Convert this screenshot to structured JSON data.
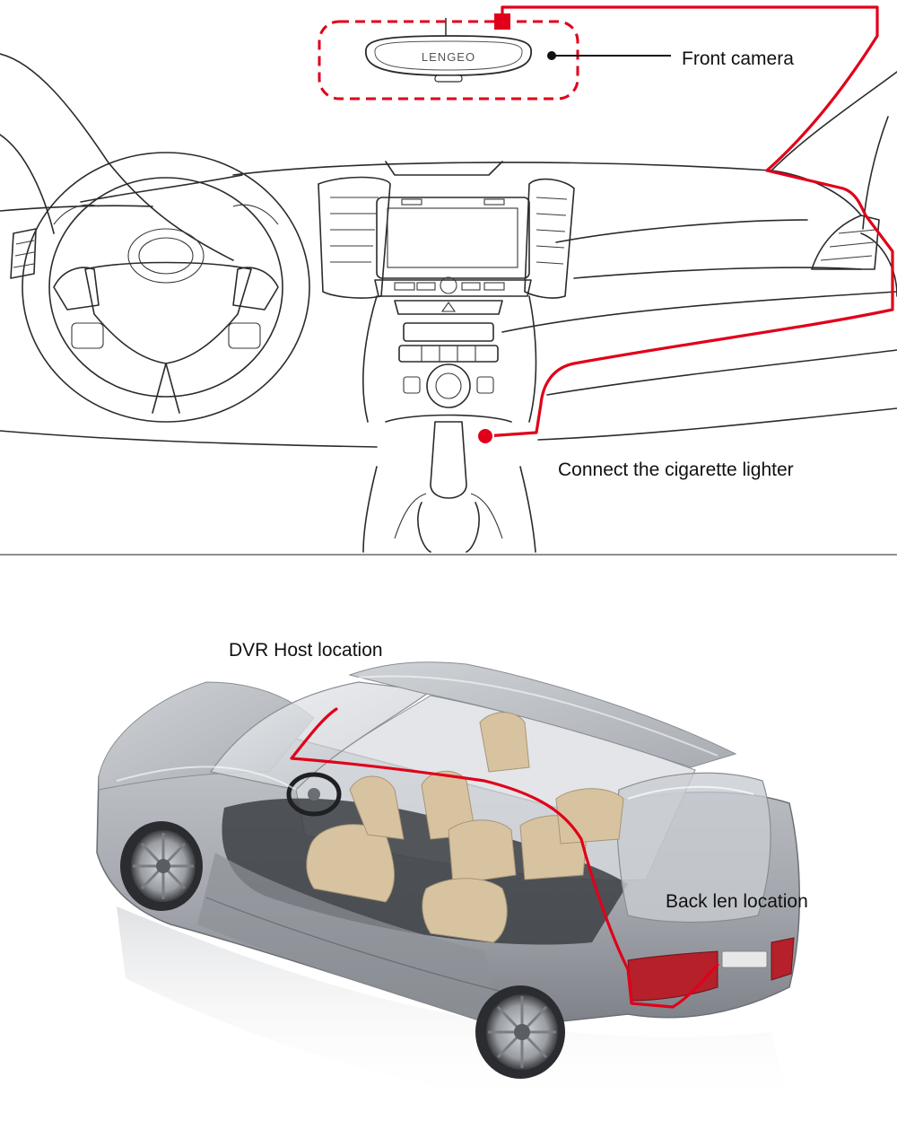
{
  "labels": {
    "front_camera": "Front camera",
    "cigarette_lighter": "Connect the cigarette lighter",
    "dvr_host": "DVR Host location",
    "back_lens": "Back len location"
  },
  "mirror_brand": "LENGEO",
  "colors": {
    "wire": "#e0001a",
    "line_art": "#2b2b2b",
    "car_body": "#a4a7ad",
    "car_body_dark": "#6e7278",
    "seat": "#d8c3a0",
    "glass": "#dfe2e6",
    "interior": "#3c3f44",
    "tail_light": "#b5202a"
  }
}
